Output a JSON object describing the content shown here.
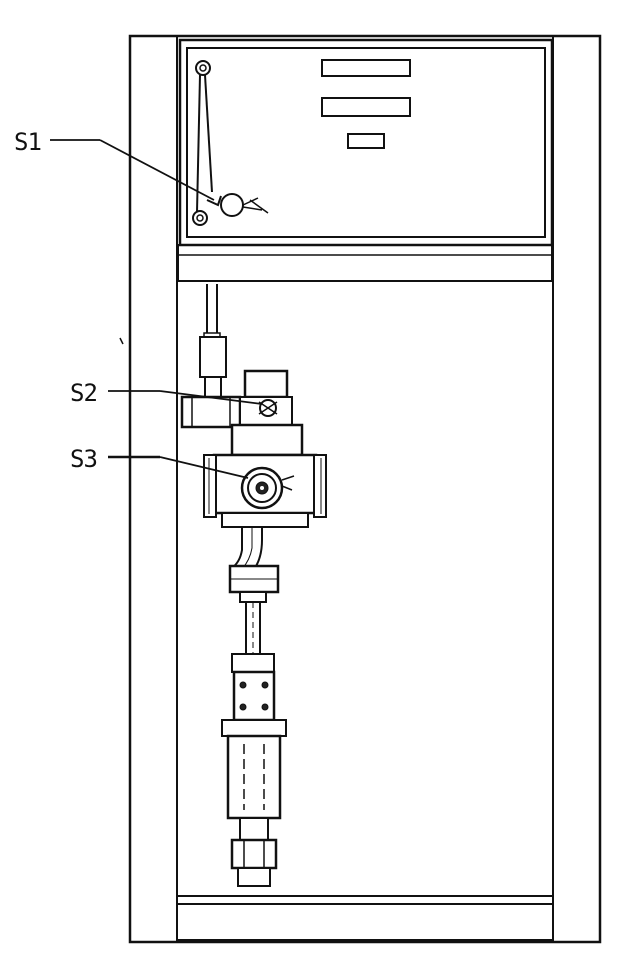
{
  "labels": {
    "s1": "S1",
    "s2": "S2",
    "s3": "S3"
  },
  "colors": {
    "ink": "#111111",
    "paper": "#ffffff"
  }
}
